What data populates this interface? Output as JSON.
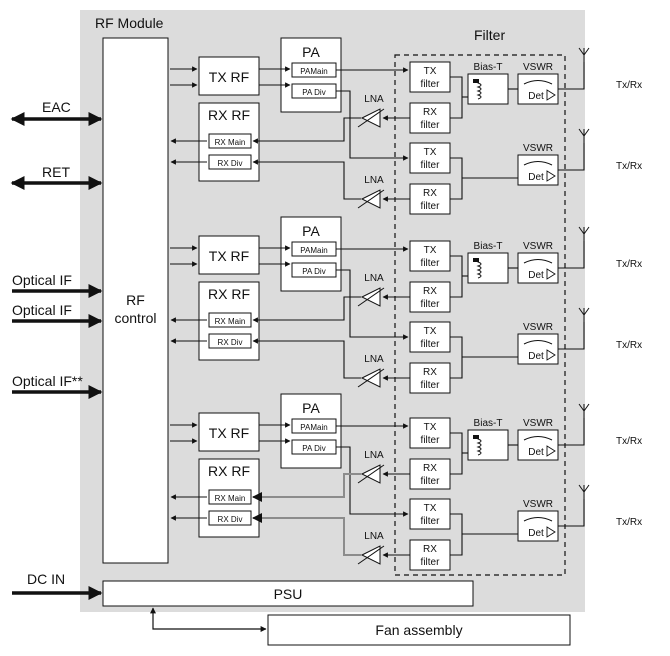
{
  "module": {
    "title": "RF Module"
  },
  "filter": {
    "title": "Filter"
  },
  "interfaces": {
    "eac": "EAC",
    "ret": "RET",
    "optical_1": "Optical IF",
    "optical_2": "Optical IF",
    "optical_3": "Optical IF**",
    "dc_in": "DC IN"
  },
  "control": {
    "line1": "RF",
    "line2": "control"
  },
  "blocks": {
    "tx_rf": "TX RF",
    "rx_rf": "RX RF",
    "rx_main": "RX Main",
    "rx_div": "RX Div",
    "pa": "PA",
    "pa_main": "PAMain",
    "pa_div": "PA Div",
    "lna": "LNA",
    "tx_filter_1": "TX",
    "tx_filter_2": "filter",
    "rx_filter_1": "RX",
    "rx_filter_2": "filter",
    "bias_t": "Bias-T",
    "vswr": "VSWR",
    "det": "Det"
  },
  "antenna_label": "Tx/Rx",
  "psu": "PSU",
  "fan": "Fan assembly",
  "colors": {
    "module_bg": "#dcdcdc",
    "line": "#111111",
    "grey_path": "#8c8c8c"
  }
}
